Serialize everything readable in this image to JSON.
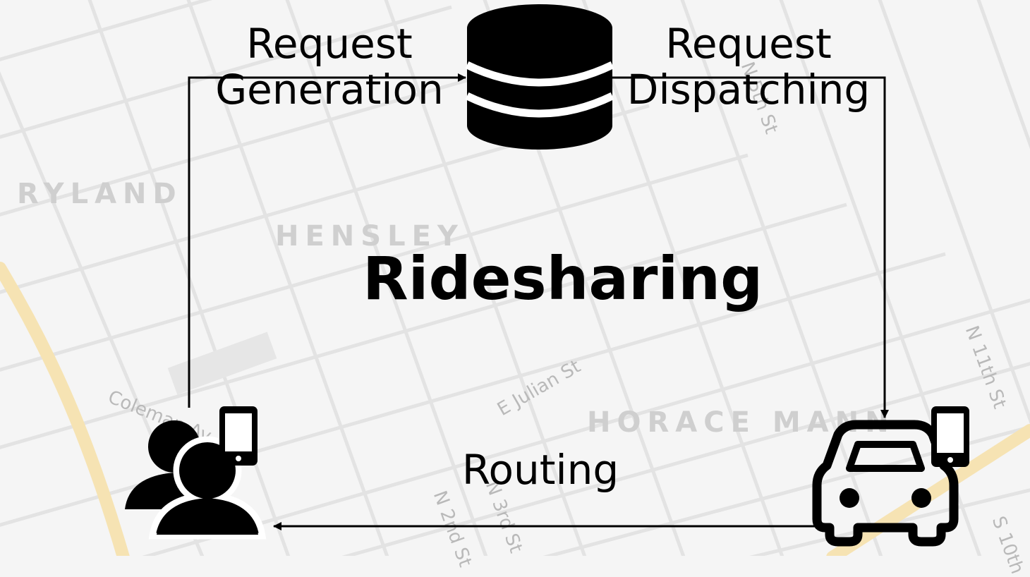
{
  "title": "Ridesharing",
  "captions": {
    "request_generation": [
      "Request",
      "Generation"
    ],
    "request_dispatching": [
      "Request",
      "Dispatching"
    ],
    "routing": "Routing"
  },
  "map_labels": {
    "ryland": "RYLAND",
    "hensley": "HENSLEY",
    "horace_mann": "HORACE MANN"
  },
  "street_labels": {
    "coleman": "Coleman Av",
    "julian": "E Julian St",
    "n_11th": "N 11th St",
    "n_2nd": "N 2nd St",
    "n_3rd": "N 3rd St",
    "s_10th": "S 10th",
    "n_5th": "N 5th St"
  },
  "icons": {
    "database": "database-icon",
    "users": "users-icon",
    "phone": "smartphone-icon",
    "car": "car-icon"
  },
  "colors": {
    "background": "#f5f5f5",
    "street": "#e4e4e4",
    "major_road": "#f7e0a8",
    "ink": "#000000"
  }
}
